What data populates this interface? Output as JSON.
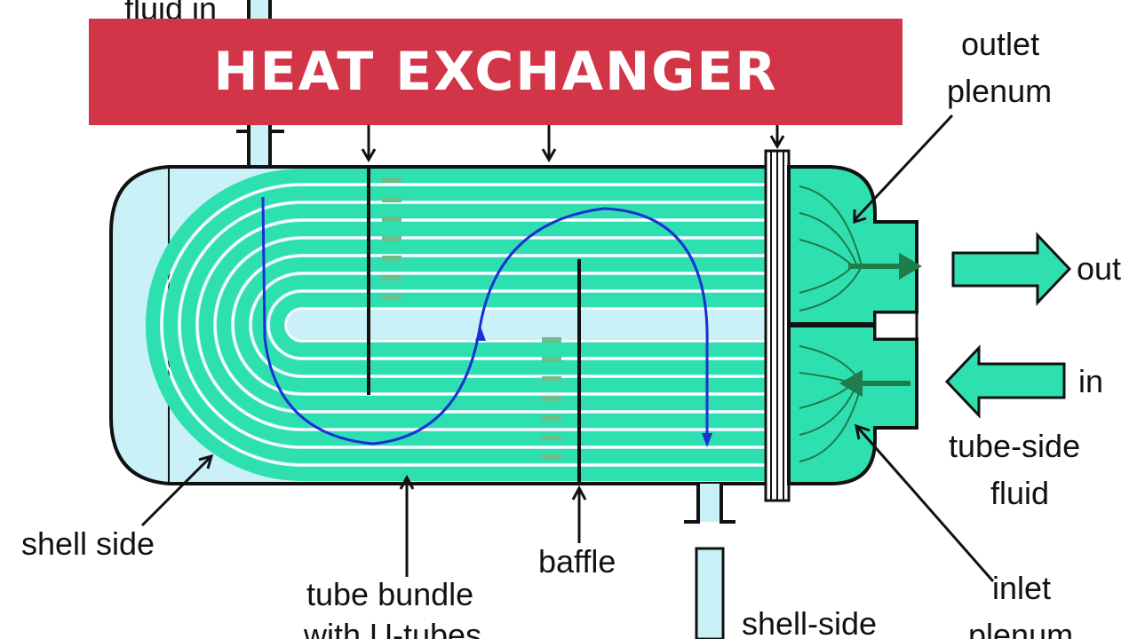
{
  "banner": {
    "title": "HEAT EXCHANGER"
  },
  "labels": {
    "top_left_cut": "fluid in",
    "outlet_plenum_1": "outlet",
    "outlet_plenum_2": "plenum",
    "out": "out",
    "in": "in",
    "tube_side_1": "tube-side",
    "tube_side_2": "fluid",
    "shell_side": "shell side",
    "baffle": "baffle",
    "tube_bundle_1": "tube bundle",
    "tube_bundle_2": "with U-tubes",
    "shell_side_fluid": "shell-side",
    "inlet_plenum_1": "inlet",
    "inlet_plenum_2": "plenum"
  },
  "colors": {
    "banner": "#d23548",
    "tube_fluid": "#2ee0b0",
    "shell_fluid": "#c9f1f7",
    "flow_path": "#1a2fd6",
    "outline": "#111111"
  }
}
